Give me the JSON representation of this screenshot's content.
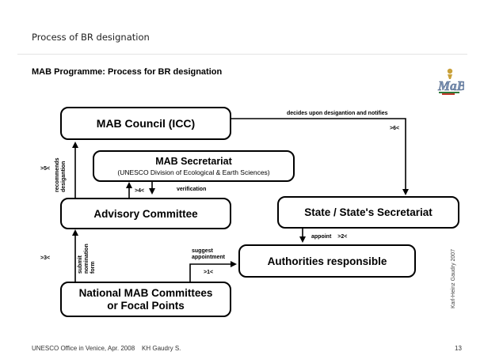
{
  "slide": {
    "title": "Process of BR designation",
    "heading": "MAB Programme: Process for BR designation",
    "footer": "UNESCO Office in Venice, Apr. 2008    KH Gaudry S.",
    "page_number": "13",
    "copyright": "Karl-Heinz Gaudry 2007"
  },
  "diagram": {
    "boxes": {
      "mab_council": "MAB Council (ICC)",
      "mab_secretariat_title": "MAB Secretariat",
      "mab_secretariat_subtitle": "(UNESCO Division of Ecological & Earth Sciences)",
      "advisory_committee": "Advisory Committee",
      "state_secretariat": "State / State's Secretariat",
      "authorities": "Authorities responsible",
      "national_line1": "National MAB Committees",
      "national_line2": "or Focal Points"
    },
    "labels": {
      "decides": "decides upon desigantion and notifies",
      "step6": ">6<",
      "recommends_line1": "recommends",
      "recommends_line2": "desigantion",
      "step5": ">5<",
      "step4": ">4<",
      "verification": "verification",
      "appoint": "appoint",
      "step2": ">2<",
      "suggest_line1": "suggest",
      "suggest_line2": "appointment",
      "step1": ">1<",
      "step3": ">3<",
      "submit_line1": "submit",
      "submit_line2": "nomination",
      "submit_line3": "form"
    }
  }
}
